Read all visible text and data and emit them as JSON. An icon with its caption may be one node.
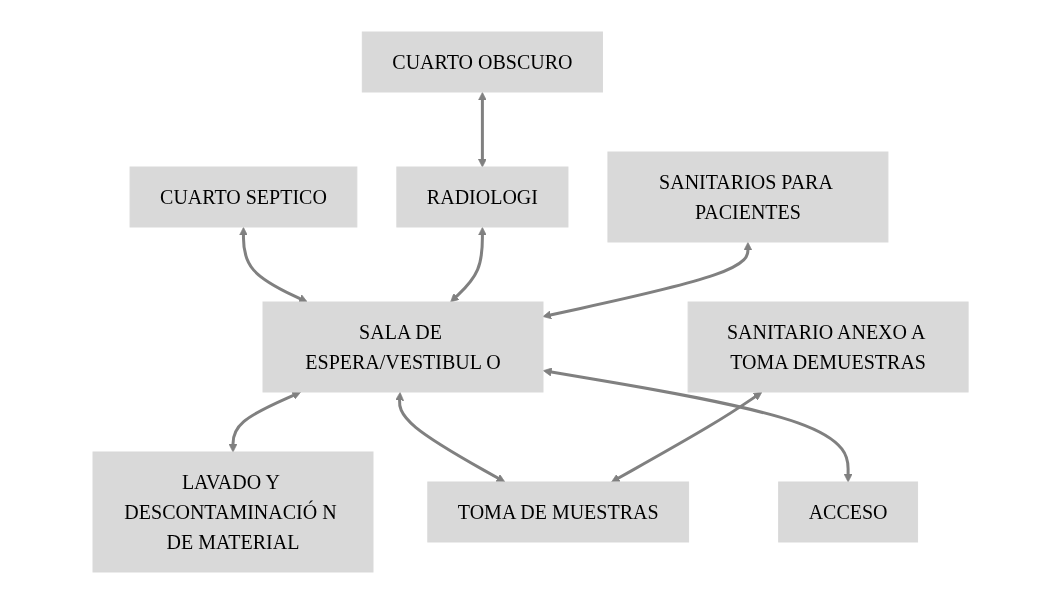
{
  "diagram": {
    "nodes": [
      {
        "text": [
          "CUARTO SEPTICO"
        ]
      },
      {
        "text": [
          "LAVADO Y DESCONTAMINACIÓ N DE MATERIAL"
        ]
      },
      {
        "text": [
          "CUARTO OBSCURO"
        ]
      },
      {
        "text": [
          "SANITARIO ANEXO A TOMA DEMUESTRAS"
        ]
      },
      {
        "text": [
          "RADIOLOGI"
        ]
      },
      {
        "text": [
          "SALA DE ESPERA/VESTIBUL O"
        ]
      },
      {
        "text": [
          "SANITARIOS PARA PACIENTES"
        ]
      },
      {
        "text": [
          "TOMA DE MUESTRAS"
        ]
      },
      {
        "text": [
          "ACCESO"
        ]
      }
    ],
    "edges": [
      {
        "from": 0,
        "to": 5,
        "arrow": "both"
      },
      {
        "from": 5,
        "to": 1,
        "arrow": "both"
      },
      {
        "from": 2,
        "to": 4,
        "arrow": "both"
      },
      {
        "from": 4,
        "to": 5,
        "arrow": "both"
      },
      {
        "from": 6,
        "to": 5,
        "arrow": "both"
      },
      {
        "from": 5,
        "to": 7,
        "arrow": "both"
      },
      {
        "from": 3,
        "to": 7,
        "arrow": "both"
      },
      {
        "from": 5,
        "to": 8,
        "arrow": "both"
      }
    ]
  }
}
